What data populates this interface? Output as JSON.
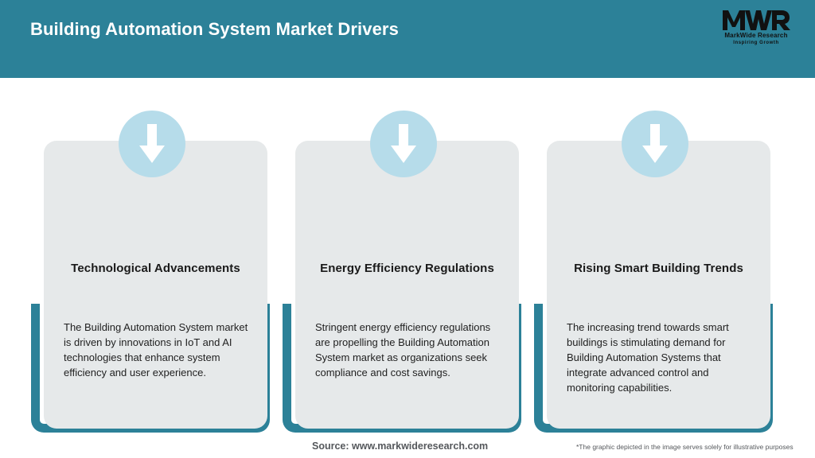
{
  "header": {
    "title": "Building Automation System Market Drivers",
    "background_color": "#2c8198",
    "title_color": "#ffffff",
    "logo": {
      "mark": "MWR",
      "name": "MarkWide Research",
      "tagline": "Inspiring Growth"
    }
  },
  "theme": {
    "accent_teal": "#2c8198",
    "card_grey": "#e6e9ea",
    "icon_circle_blue": "#b6dcea",
    "arrow_white": "#ffffff",
    "page_background": "#ffffff"
  },
  "cards": [
    {
      "icon": "down-arrow-icon",
      "heading": "Technological Advancements",
      "body": "The Building Automation System market is driven by innovations in IoT and AI technologies that enhance system efficiency and user experience."
    },
    {
      "icon": "down-arrow-icon",
      "heading": "Energy Efficiency Regulations",
      "body": "Stringent energy efficiency regulations are propelling the Building Automation System market as organizations seek compliance and cost savings."
    },
    {
      "icon": "down-arrow-icon",
      "heading": "Rising Smart Building Trends",
      "body": "The increasing trend towards smart buildings is stimulating demand for Building Automation Systems that integrate advanced control and monitoring capabilities."
    }
  ],
  "footer": {
    "source": "Source: www.markwideresearch.com",
    "disclaimer": "*The graphic depicted in the image serves solely for illustrative purposes"
  }
}
